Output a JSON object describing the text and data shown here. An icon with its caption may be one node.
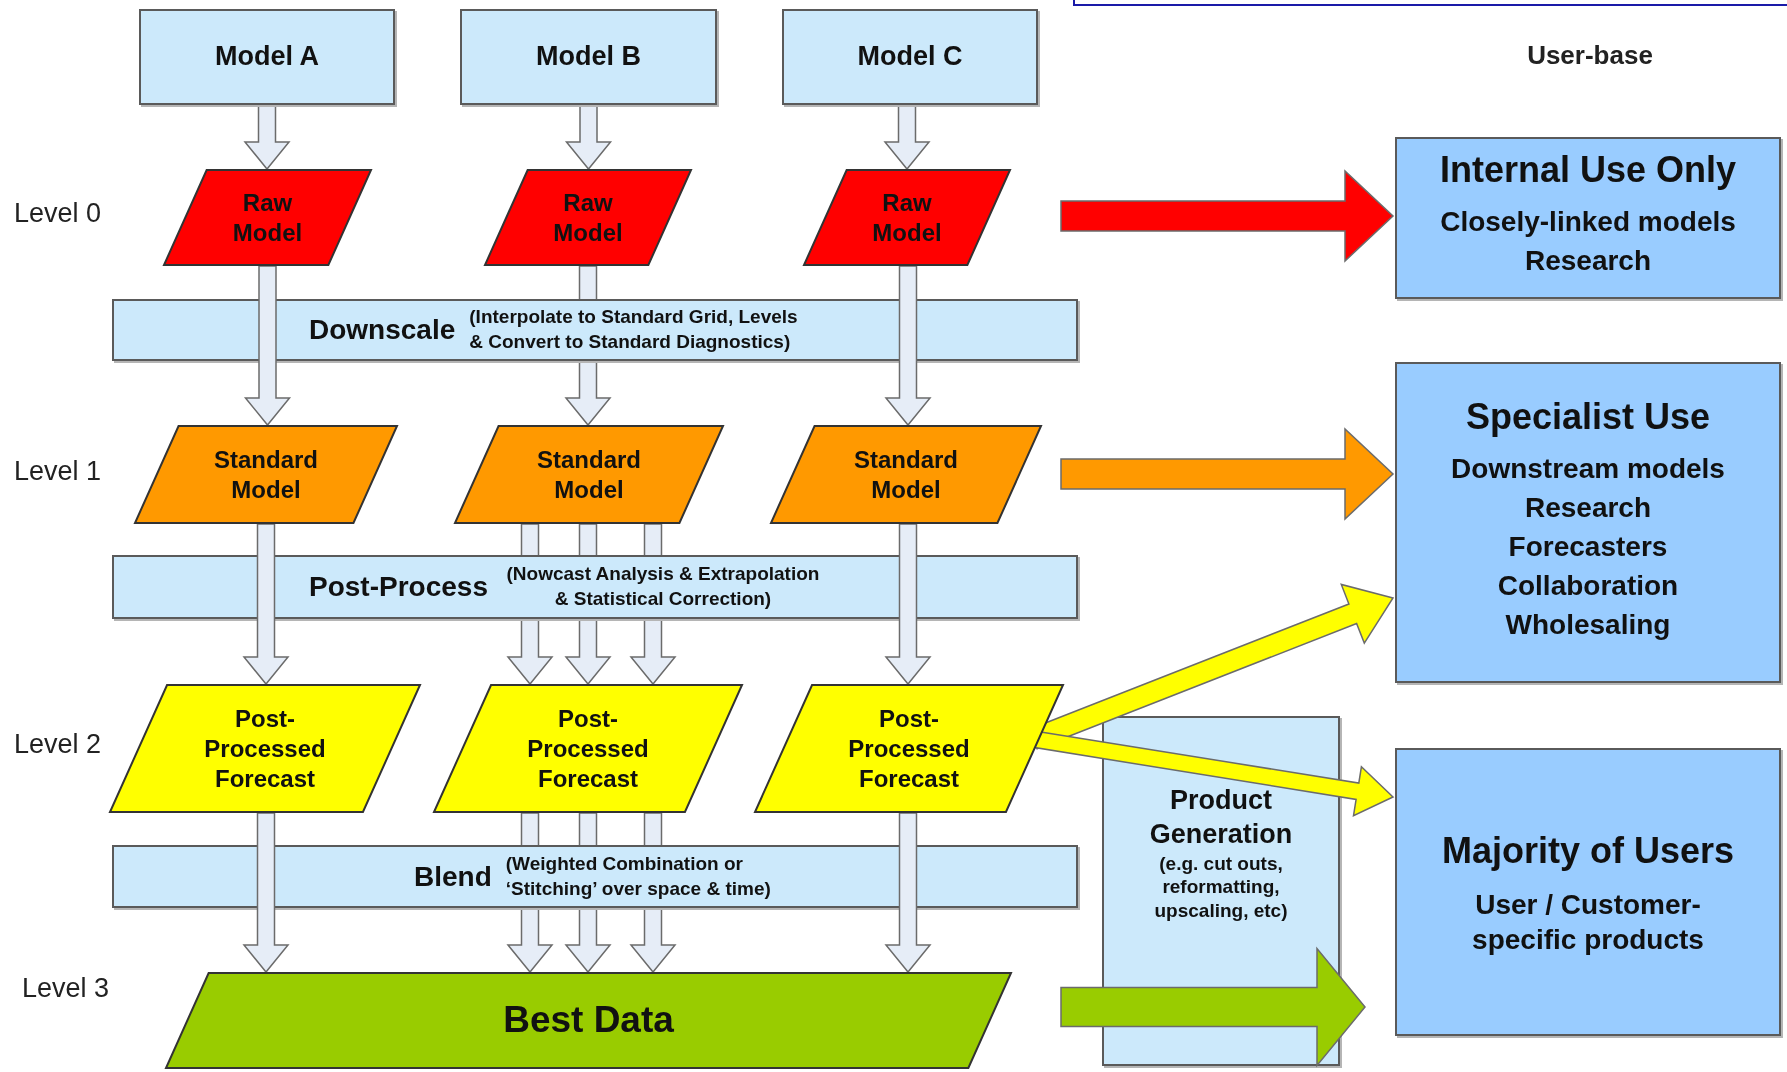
{
  "diagram": {
    "nodes": [
      {
        "text": [
          "Model A"
        ]
      },
      {
        "text": [
          "Model B"
        ]
      },
      {
        "text": [
          "Model C"
        ]
      },
      {
        "text": [
          "Raw Model"
        ]
      },
      {
        "text": [
          "Raw Model"
        ]
      },
      {
        "text": [
          "Raw Model"
        ]
      },
      {
        "text": [
          "Downscale",
          "(Interpolate to Standard Grid, Levels & Convert to Standard Diagnostics)"
        ]
      },
      {
        "text": [
          "Standard Model"
        ]
      },
      {
        "text": [
          "Standard Model"
        ]
      },
      {
        "text": [
          "Standard Model"
        ]
      },
      {
        "text": [
          "Post-Process",
          "(Nowcast Analysis & Extrapolation & Statistical Correction)"
        ]
      },
      {
        "text": [
          "Post-Processed Forecast"
        ]
      },
      {
        "text": [
          "Post-Processed Forecast"
        ]
      },
      {
        "text": [
          "Post-Processed Forecast"
        ]
      },
      {
        "text": [
          "Blend",
          "(Weighted Combination or ‘Stitching’ over space & time)"
        ]
      },
      {
        "text": [
          "Best Data"
        ]
      },
      {
        "text": [
          "Product Generation",
          "(e.g. cut outs, reformatting, upscaling, etc)"
        ]
      },
      {
        "text": [
          "Internal Use Only",
          "Closely-linked models",
          "Research"
        ]
      },
      {
        "text": [
          "Specialist Use",
          "Downstream models",
          "Research",
          "Forecasters",
          "Collaboration",
          "Wholesaling"
        ]
      },
      {
        "text": [
          "Majority of Users",
          "User / Customer-specific products"
        ]
      }
    ],
    "edges": [
      {
        "from": 0,
        "to": 3,
        "arrow": "to"
      },
      {
        "from": 1,
        "to": 4,
        "arrow": "to"
      },
      {
        "from": 2,
        "to": 5,
        "arrow": "to"
      },
      {
        "from": 3,
        "to": 7,
        "arrow": "to"
      },
      {
        "from": 4,
        "to": 8,
        "arrow": "to"
      },
      {
        "from": 5,
        "to": 9,
        "arrow": "to"
      },
      {
        "from": 7,
        "to": 11,
        "arrow": "to"
      },
      {
        "from": 8,
        "to": 12,
        "arrow": "to"
      },
      {
        "from": 8,
        "to": 12,
        "arrow": "to"
      },
      {
        "from": 8,
        "to": 12,
        "arrow": "to"
      },
      {
        "from": 9,
        "to": 13,
        "arrow": "to"
      },
      {
        "from": 11,
        "to": 15,
        "arrow": "to"
      },
      {
        "from": 12,
        "to": 15,
        "arrow": "to"
      },
      {
        "from": 12,
        "to": 15,
        "arrow": "to"
      },
      {
        "from": 12,
        "to": 15,
        "arrow": "to"
      },
      {
        "from": 13,
        "to": 15,
        "arrow": "to"
      },
      {
        "from": null,
        "to": 17,
        "arrow": "to",
        "style": "thick",
        "color": "#ff0000"
      },
      {
        "from": null,
        "to": 18,
        "arrow": "to",
        "style": "thick",
        "color": "#ff9900"
      },
      {
        "from": 13,
        "to": 18,
        "arrow": "to",
        "style": "thick",
        "color": "#ffff00"
      },
      {
        "from": 13,
        "to": 19,
        "arrow": "to",
        "style": "thick",
        "color": "#ffff00"
      },
      {
        "from": null,
        "to": 19,
        "arrow": "to",
        "style": "thick",
        "color": "#99cc00"
      }
    ],
    "labels": [
      "User-base",
      "Level 0",
      "Level 1",
      "Level 2",
      "Level 3"
    ]
  }
}
